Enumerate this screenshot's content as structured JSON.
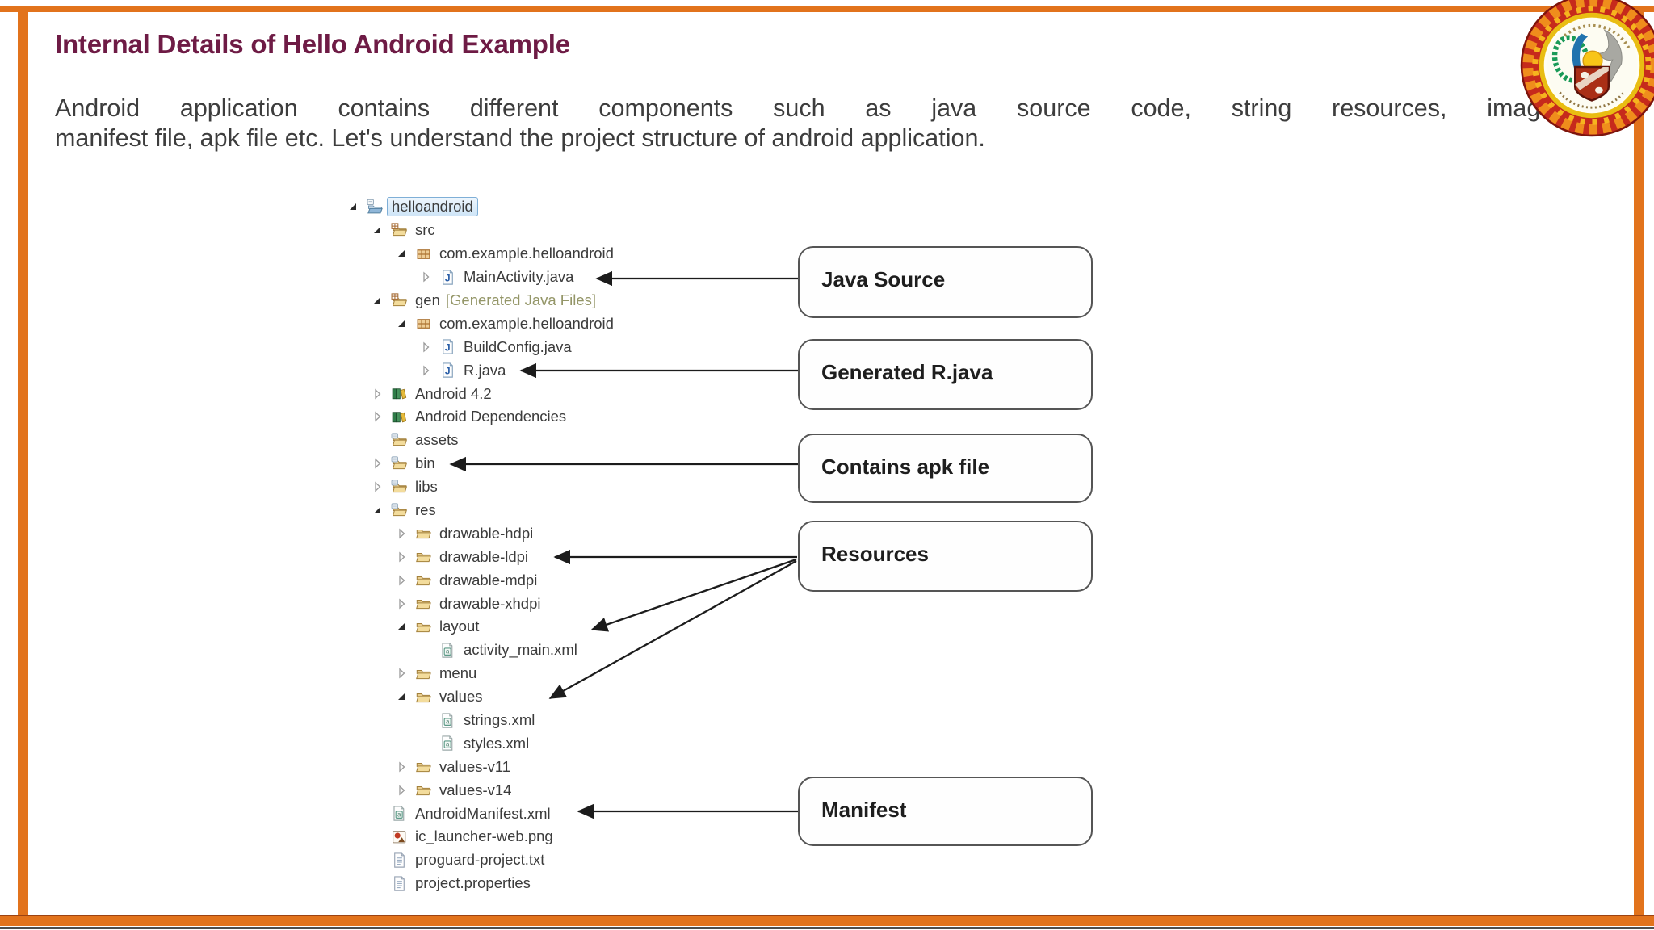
{
  "header": {
    "title": "Internal Details of Hello Android Example"
  },
  "intro": {
    "line1": "Android application contains different components such as java source code, string resources, images,",
    "line2": "manifest file, apk file etc. Let's understand the project structure of android application."
  },
  "tree": {
    "items": [
      {
        "level": 0,
        "expander": "expanded",
        "icon": "project-icon",
        "label": "helloandroid",
        "selected": true
      },
      {
        "level": 1,
        "expander": "expanded",
        "icon": "source-folder-icon",
        "label": "src"
      },
      {
        "level": 2,
        "expander": "expanded",
        "icon": "package-icon",
        "label": "com.example.helloandroid"
      },
      {
        "level": 3,
        "expander": "collapsed",
        "icon": "java-file-icon",
        "label": "MainActivity.java"
      },
      {
        "level": 1,
        "expander": "expanded",
        "icon": "source-folder-icon",
        "label": "gen",
        "suffix": "[Generated Java Files]"
      },
      {
        "level": 2,
        "expander": "expanded",
        "icon": "package-icon",
        "label": "com.example.helloandroid"
      },
      {
        "level": 3,
        "expander": "collapsed",
        "icon": "java-file-icon",
        "label": "BuildConfig.java"
      },
      {
        "level": 3,
        "expander": "collapsed",
        "icon": "java-file-icon",
        "label": "R.java"
      },
      {
        "level": 1,
        "expander": "collapsed",
        "icon": "library-icon",
        "label": "Android 4.2"
      },
      {
        "level": 1,
        "expander": "collapsed",
        "icon": "library-icon",
        "label": "Android Dependencies"
      },
      {
        "level": 1,
        "expander": "none",
        "icon": "folder-badge-icon",
        "label": "assets"
      },
      {
        "level": 1,
        "expander": "collapsed",
        "icon": "folder-badge-icon",
        "label": "bin"
      },
      {
        "level": 1,
        "expander": "collapsed",
        "icon": "folder-badge-icon",
        "label": "libs"
      },
      {
        "level": 1,
        "expander": "expanded",
        "icon": "folder-badge-icon",
        "label": "res"
      },
      {
        "level": 2,
        "expander": "collapsed",
        "icon": "folder-icon",
        "label": "drawable-hdpi"
      },
      {
        "level": 2,
        "expander": "collapsed",
        "icon": "folder-icon",
        "label": "drawable-ldpi"
      },
      {
        "level": 2,
        "expander": "collapsed",
        "icon": "folder-icon",
        "label": "drawable-mdpi"
      },
      {
        "level": 2,
        "expander": "collapsed",
        "icon": "folder-icon",
        "label": "drawable-xhdpi"
      },
      {
        "level": 2,
        "expander": "expanded",
        "icon": "folder-icon",
        "label": "layout"
      },
      {
        "level": 3,
        "expander": "none",
        "icon": "xml-file-icon",
        "label": "activity_main.xml"
      },
      {
        "level": 2,
        "expander": "collapsed",
        "icon": "folder-icon",
        "label": "menu"
      },
      {
        "level": 2,
        "expander": "expanded",
        "icon": "folder-icon",
        "label": "values"
      },
      {
        "level": 3,
        "expander": "none",
        "icon": "xml-file-icon",
        "label": "strings.xml"
      },
      {
        "level": 3,
        "expander": "none",
        "icon": "xml-file-icon",
        "label": "styles.xml"
      },
      {
        "level": 2,
        "expander": "collapsed",
        "icon": "folder-icon",
        "label": "values-v11"
      },
      {
        "level": 2,
        "expander": "collapsed",
        "icon": "folder-icon",
        "label": "values-v14"
      },
      {
        "level": 1,
        "expander": "none",
        "icon": "xml-file-icon",
        "label": "AndroidManifest.xml"
      },
      {
        "level": 1,
        "expander": "none",
        "icon": "image-file-icon",
        "label": "ic_launcher-web.png"
      },
      {
        "level": 1,
        "expander": "none",
        "icon": "text-file-icon",
        "label": "proguard-project.txt"
      },
      {
        "level": 1,
        "expander": "none",
        "icon": "text-file-icon",
        "label": "project.properties"
      }
    ]
  },
  "callouts": [
    {
      "label": "Java Source"
    },
    {
      "label": "Generated R.java"
    },
    {
      "label": "Contains apk file"
    },
    {
      "label": "Resources"
    },
    {
      "label": "Manifest"
    }
  ],
  "logo": {
    "icon": "university-emblem-logo"
  },
  "colors": {
    "frame_orange": "#e2731c",
    "title_maroon": "#6e1b45",
    "body_text": "#3d3d3d",
    "tree_text": "#3c3c3c",
    "tree_suffix": "#949668",
    "selection_bg": "#cfe5f7",
    "selection_border": "#7fafd7",
    "callout_border": "#555555",
    "arrow": "#1c1c1c"
  }
}
